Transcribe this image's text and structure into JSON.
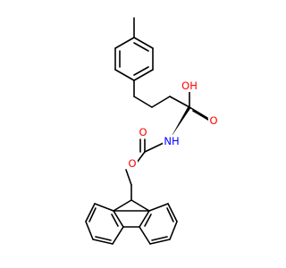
{
  "molecule": {
    "bond_color": "#000000",
    "oxygen_color": "#ff0000",
    "nitrogen_color": "#0000ff",
    "atoms": {
      "hydroxyl_oxygen": "OH",
      "carbonyl_oxygen": "O",
      "carbamate_nitrogen": "NH",
      "carbamate_carbonyl_oxygen": "O",
      "carbamate_ester_oxygen": "O"
    }
  }
}
